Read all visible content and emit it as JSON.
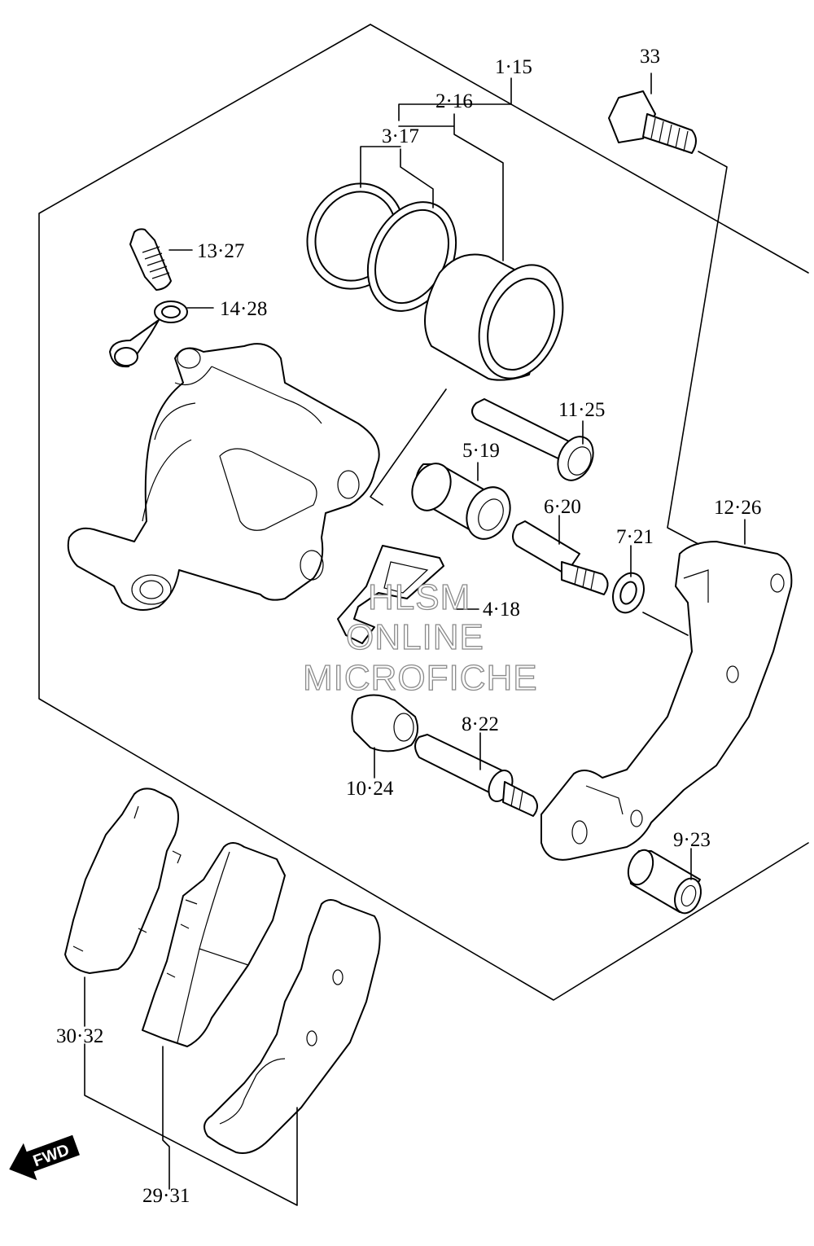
{
  "diagram": {
    "labels": [
      "1·15",
      "2·16",
      "3·17",
      "33",
      "13·27",
      "14·28",
      "11·25",
      "5·19",
      "12·26",
      "6·20",
      "7·21",
      "4·18",
      "8·22",
      "10·24",
      "9·23",
      "30·32",
      "29·31"
    ],
    "watermark": [
      "HLSM",
      "ONLINE",
      "MICROFICHE"
    ],
    "fwd_label": "FWD"
  }
}
